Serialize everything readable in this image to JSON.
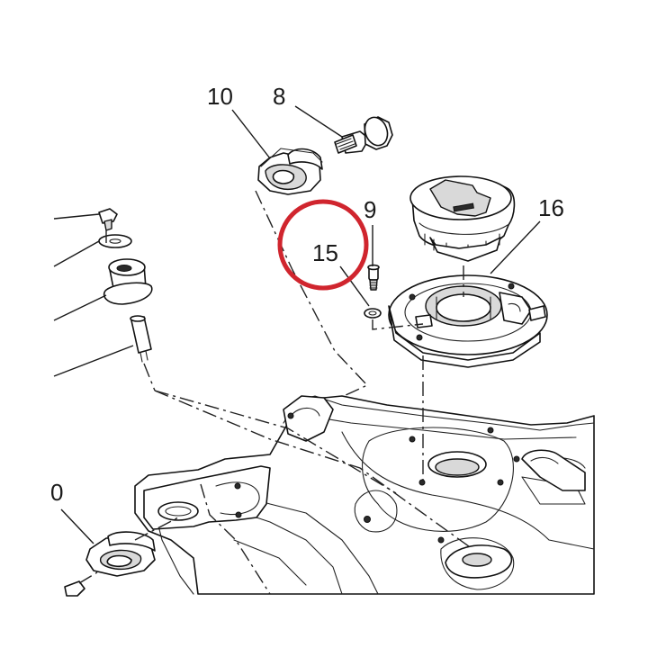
{
  "diagram": {
    "callouts": [
      {
        "id": "c10",
        "label": "10"
      },
      {
        "id": "c8",
        "label": "8"
      },
      {
        "id": "c9",
        "label": "9"
      },
      {
        "id": "c16",
        "label": "16"
      },
      {
        "id": "c15",
        "label": "15"
      },
      {
        "id": "c0",
        "label": "0"
      }
    ],
    "highlight": {
      "target_label": "15",
      "color": "#d0252e"
    }
  }
}
